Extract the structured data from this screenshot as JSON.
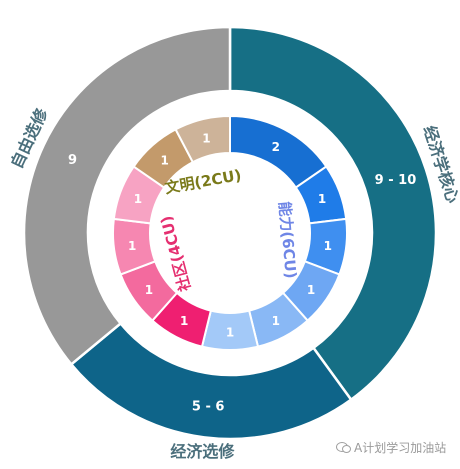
{
  "chart_data": {
    "type": "sunburst",
    "outer_ring": [
      {
        "name": "经济学核心",
        "value_label": "9 - 10",
        "weight": 10,
        "color": "#166f85"
      },
      {
        "name": "经济选修",
        "value_label": "5 - 6",
        "weight": 6,
        "color": "#0e6489"
      },
      {
        "name": "自由选修",
        "value_label": "9",
        "weight": 9,
        "color": "#989898"
      }
    ],
    "inner_ring": [
      {
        "group": "能力(6CU)",
        "value": 2,
        "color": "#176fd2"
      },
      {
        "group": "能力(6CU)",
        "value": 1,
        "color": "#1f7ce8"
      },
      {
        "group": "能力(6CU)",
        "value": 1,
        "color": "#3f8ff0"
      },
      {
        "group": "能力(6CU)",
        "value": 1,
        "color": "#6ea7f3"
      },
      {
        "group": "能力(6CU)",
        "value": 1,
        "color": "#89b8f5"
      },
      {
        "group": "能力(6CU)",
        "value": 1,
        "color": "#a3c9f8"
      },
      {
        "group": "社区(4CU)",
        "value": 1,
        "color": "#ef1f71"
      },
      {
        "group": "社区(4CU)",
        "value": 1,
        "color": "#f36a9e"
      },
      {
        "group": "社区(4CU)",
        "value": 1,
        "color": "#f687b1"
      },
      {
        "group": "社区(4CU)",
        "value": 1,
        "color": "#f7a3c3"
      },
      {
        "group": "文明(2CU)",
        "value": 1,
        "color": "#c39a6b"
      },
      {
        "group": "文明(2CU)",
        "value": 1,
        "color": "#cdb399"
      }
    ],
    "group_labels": [
      {
        "text": "能力(6CU)",
        "color": "#6f86e6"
      },
      {
        "text": "社区(4CU)",
        "color": "#e52f70"
      },
      {
        "text": "文明(2CU)",
        "color": "#7a7a1a"
      }
    ]
  },
  "watermark": {
    "text": "A计划学习加油站"
  }
}
